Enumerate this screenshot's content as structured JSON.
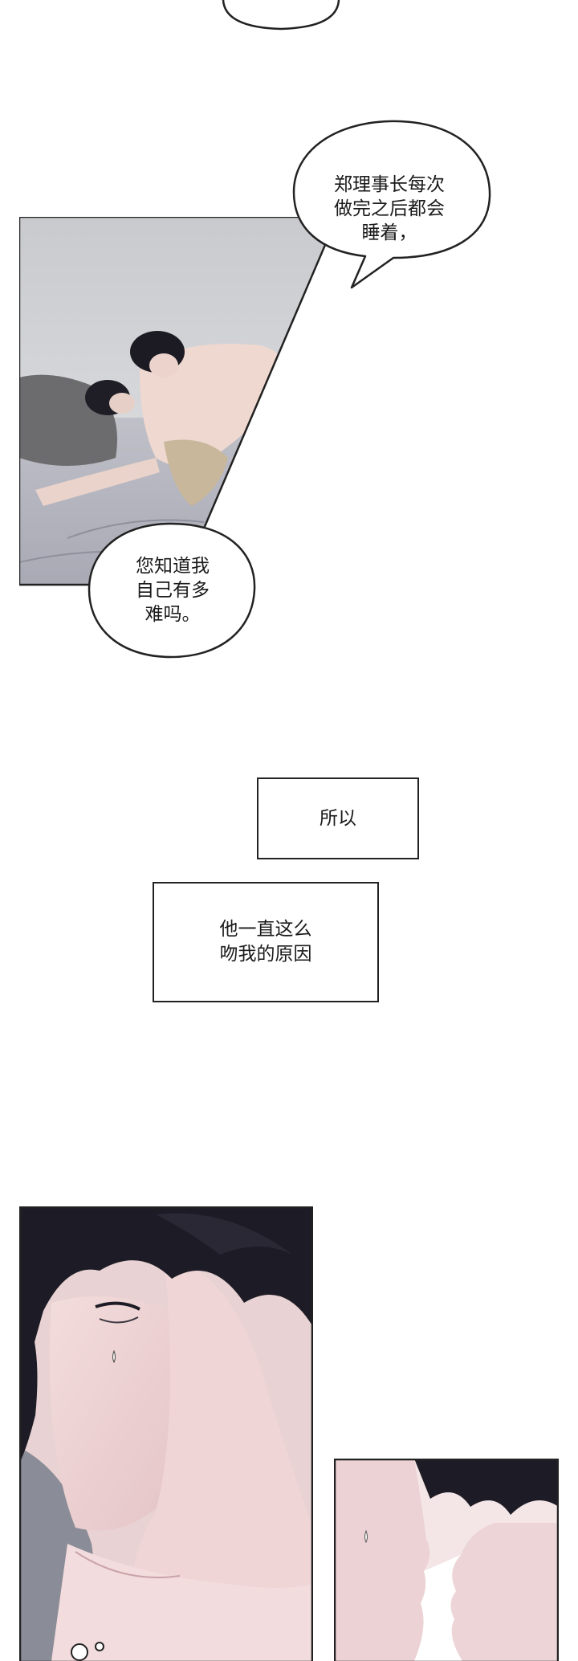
{
  "bubbles": {
    "top_partial": "",
    "bubble_1": "郑理事长每次\n做完之后都会\n睡着，",
    "bubble_2": "您知道我\n自己有多\n难吗。"
  },
  "captions": {
    "caption_1": "所以",
    "caption_2": "他一直这么\n吻我的原因"
  },
  "colors": {
    "background": "#ffffff",
    "border": "#222222",
    "skin": "#ecd3cf",
    "hair": "#1c1b24",
    "sheet": "#b9bac2"
  }
}
